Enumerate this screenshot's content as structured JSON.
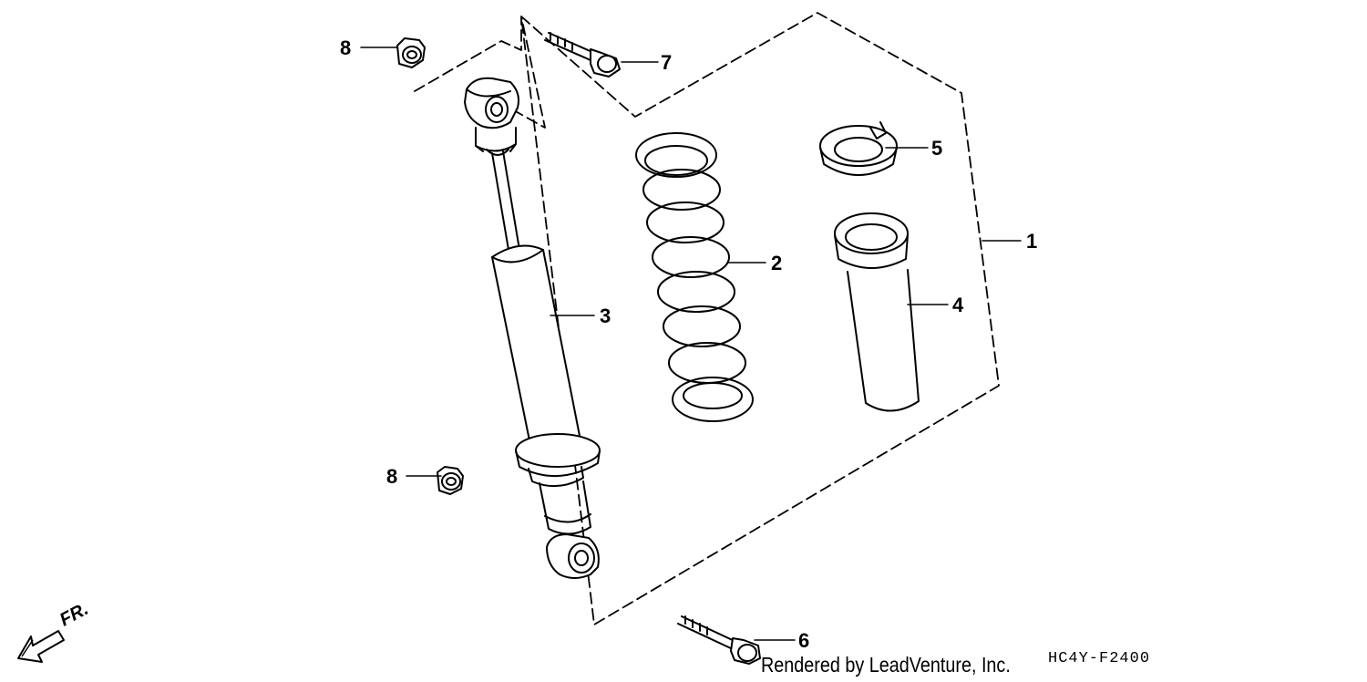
{
  "callouts": {
    "assembly": "1",
    "spring": "2",
    "damper": "3",
    "cover": "4",
    "spring_seat": "5",
    "lower_bolt": "6",
    "upper_bolt": "7",
    "nut_top": "8",
    "nut_bottom": "8"
  },
  "direction_label": "FR.",
  "credit": "Rendered by LeadVenture, Inc.",
  "diagram_code": "HC4Y-F2400",
  "colors": {
    "line": "#000000",
    "background": "#ffffff"
  }
}
